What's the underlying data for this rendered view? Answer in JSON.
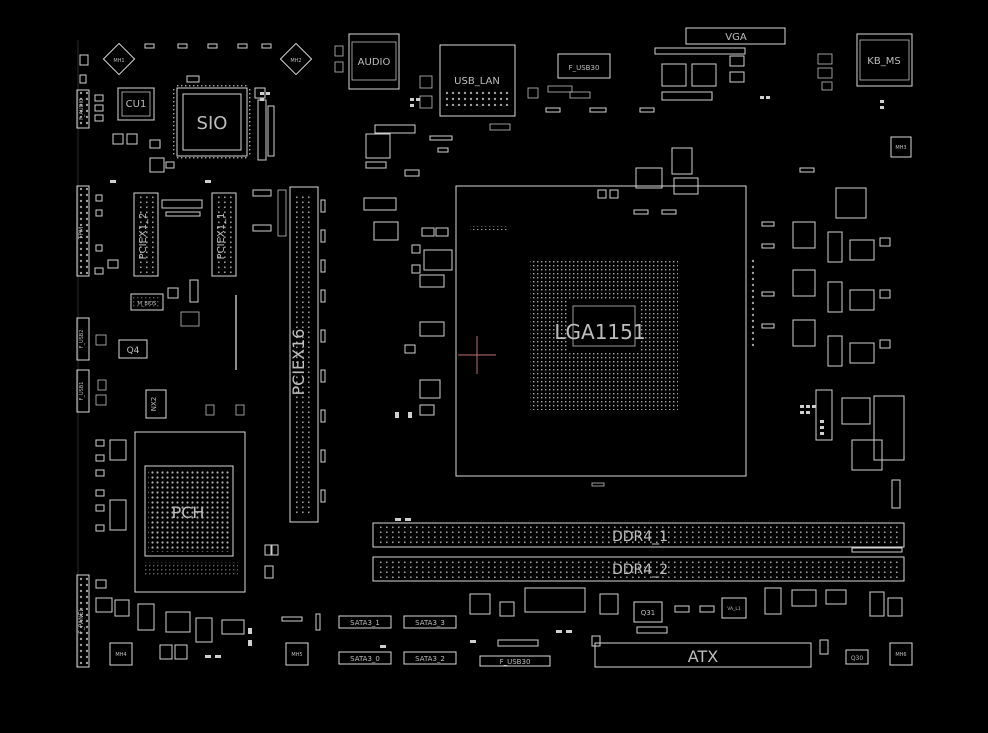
{
  "board": {
    "components": {
      "cpu_socket": "LGA1151",
      "pcie_x16": "PCIEX16",
      "pcie_x1_1": "PCIEX1_1",
      "pcie_x1_2": "PCIEX1_2",
      "dimm_1": "DDR4_1",
      "dimm_2": "DDR4_2",
      "atx_power": "ATX",
      "vga": "VGA",
      "audio": "AUDIO",
      "usb_lan": "USB_LAN",
      "kb_ms": "KB_MS",
      "super_io": "SIO",
      "pch": "PCH",
      "clock_ic": "CU1",
      "sata_1": "SATA3_1",
      "sata_0": "SATA3_0",
      "sata_3": "SATA3_3",
      "sata_2": "SATA3_2",
      "f_usb30": "F_USB30",
      "f_usb_top": "F_USB30",
      "f_panel": "F_PANEL",
      "f_audio": "F_AUDIO",
      "tpm": "TPM",
      "f_usb2": "F_USB2",
      "f_usb1": "F_USB1",
      "q4": "Q4",
      "q31": "Q31",
      "q30": "Q30",
      "nx2": "NX2",
      "mh_left_top": "MH1",
      "mh_mid_top": "MH2",
      "mh_right_top": "MH3",
      "mh_bottom_left": "MH4",
      "mh_bottom_mid": "MH5",
      "mh_bottom_right": "MH6",
      "bios": "M_BIOS",
      "ldo": "VA_L1"
    }
  }
}
